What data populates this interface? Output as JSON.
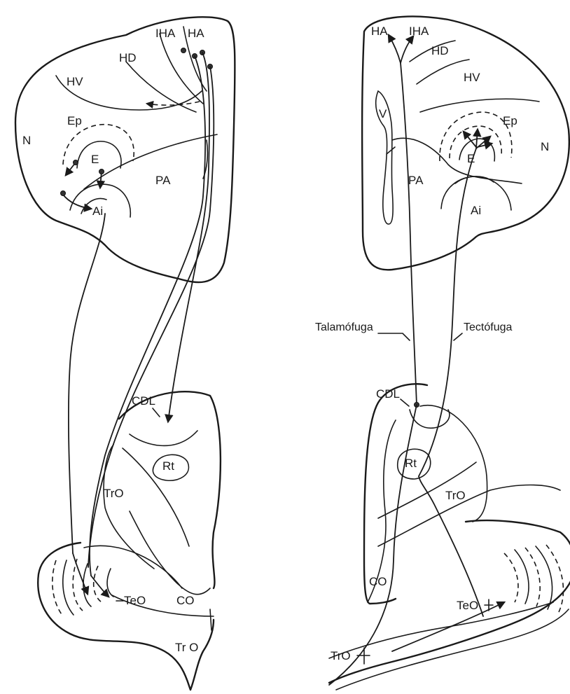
{
  "left_diagram": {
    "labels": {
      "IHA": "IHA",
      "HA": "HA",
      "HD": "HD",
      "HV": "HV",
      "N": "N",
      "Ep": "Ep",
      "E": "E",
      "PA": "PA",
      "Ai": "Ai",
      "CDL": "CDL",
      "Rt": "Rt",
      "TrO_upper": "TrO",
      "TeO": "TeO",
      "CO": "CO",
      "TrO_lower": "Tr O"
    }
  },
  "right_diagram": {
    "labels": {
      "HA": "HA",
      "IHA": "IHA",
      "HD": "HD",
      "HV": "HV",
      "V": "V",
      "Ep": "Ep",
      "E": "E",
      "N": "N",
      "PA": "PA",
      "Ai": "Ai",
      "Talamofuga": "Talamófuga",
      "Tectofuga": "Tectófuga",
      "CDL": "CDL",
      "Rt": "Rt",
      "TrO_upper": "TrO",
      "CO": "CO",
      "TeO": "TeO",
      "TrO_lower": "TrO"
    }
  }
}
